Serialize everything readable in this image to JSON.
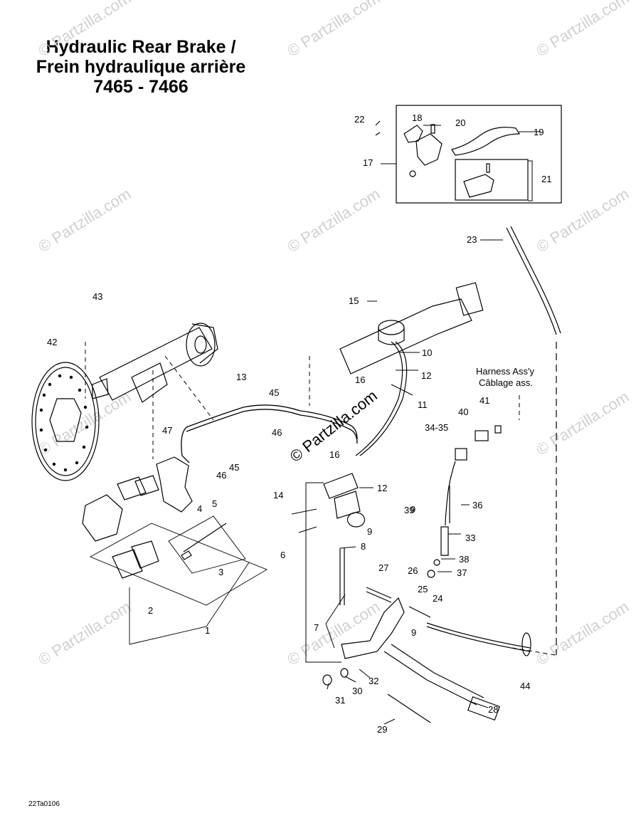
{
  "title": {
    "line1": "Hydraulic Rear Brake /",
    "line2": "Frein hydraulique arrière",
    "line3": "7465 - 7466"
  },
  "harness_note": {
    "line1": "Harness Ass'y",
    "line2": "Câblage ass."
  },
  "doc_ref": "22Ta0106",
  "watermark": "© Partzilla.com",
  "callouts": [
    "1",
    "2",
    "3",
    "4",
    "5",
    "6",
    "7",
    "8",
    "9",
    "9",
    "9",
    "10",
    "11",
    "12",
    "12",
    "13",
    "14",
    "15",
    "16",
    "16",
    "17",
    "18",
    "19",
    "20",
    "21",
    "22",
    "23",
    "24",
    "25",
    "26",
    "27",
    "28",
    "29",
    "30",
    "31",
    "32",
    "33",
    "34-35",
    "36",
    "37",
    "38",
    "39",
    "40",
    "41",
    "42",
    "43",
    "44",
    "45",
    "45",
    "46",
    "46",
    "47"
  ],
  "colors": {
    "line": "#000000",
    "watermark": "#d0d0d0",
    "background": "#ffffff"
  }
}
